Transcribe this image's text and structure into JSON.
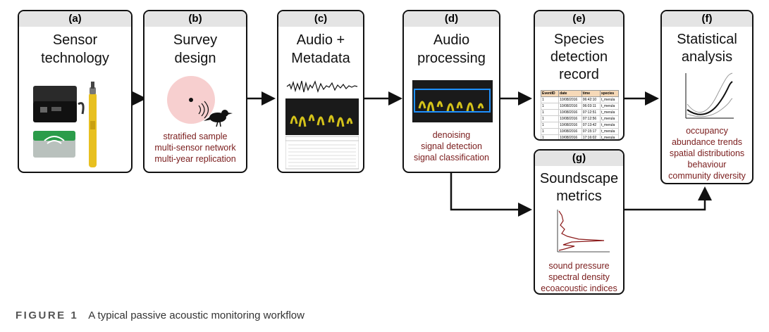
{
  "boxes": {
    "a": {
      "letter": "(a)",
      "title": [
        "Sensor",
        "technology"
      ],
      "lines": []
    },
    "b": {
      "letter": "(b)",
      "title": [
        "Survey",
        "design"
      ],
      "lines": [
        "stratified sample",
        "multi-sensor network",
        "multi-year replication"
      ]
    },
    "c": {
      "letter": "(c)",
      "title": [
        "Audio +",
        "Metadata"
      ],
      "lines": []
    },
    "d": {
      "letter": "(d)",
      "title": [
        "Audio",
        "processing"
      ],
      "lines": [
        "denoising",
        "signal detection",
        "signal classification"
      ]
    },
    "e": {
      "letter": "(e)",
      "title": [
        "Species",
        "detection",
        "record"
      ],
      "lines": []
    },
    "f": {
      "letter": "(f)",
      "title": [
        "Statistical",
        "analysis"
      ],
      "lines": [
        "occupancy",
        "abundance trends",
        "spatial distributions",
        "behaviour",
        "community diversity"
      ]
    },
    "g": {
      "letter": "(g)",
      "title": [
        "Soundscape",
        "metrics"
      ],
      "lines": [
        "sound pressure",
        "spectral density",
        "ecoacoustic indices"
      ]
    }
  },
  "record_table": {
    "headers": [
      "EventID",
      "date",
      "time",
      "species"
    ],
    "rows": [
      [
        "1",
        "10/08/2016",
        "06:42:10",
        "t_merula"
      ],
      [
        "1",
        "10/08/2016",
        "06:03:11",
        "t_merula"
      ],
      [
        "1",
        "10/08/2016",
        "07:12:51",
        "t_merula"
      ],
      [
        "1",
        "10/08/2016",
        "07:12:56",
        "t_merula"
      ],
      [
        "1",
        "10/08/2016",
        "07:13:42",
        "t_merula"
      ],
      [
        "1",
        "10/08/2016",
        "07:15:17",
        "t_merula"
      ],
      [
        "1",
        "10/08/2016",
        "17:16:02",
        "t_merula"
      ]
    ]
  },
  "caption": {
    "label": "FIGURE 1",
    "text": "A typical passive acoustic monitoring workflow"
  },
  "colors": {
    "desc": "#7a1c1c",
    "header_bg": "#e4e4e4",
    "border": "#111111",
    "survey_circle": "#f7cfcf",
    "spectro_bg": "#1a1a1a",
    "spectro_signal": "#d4c21a",
    "detect_box": "#1e90ff"
  }
}
